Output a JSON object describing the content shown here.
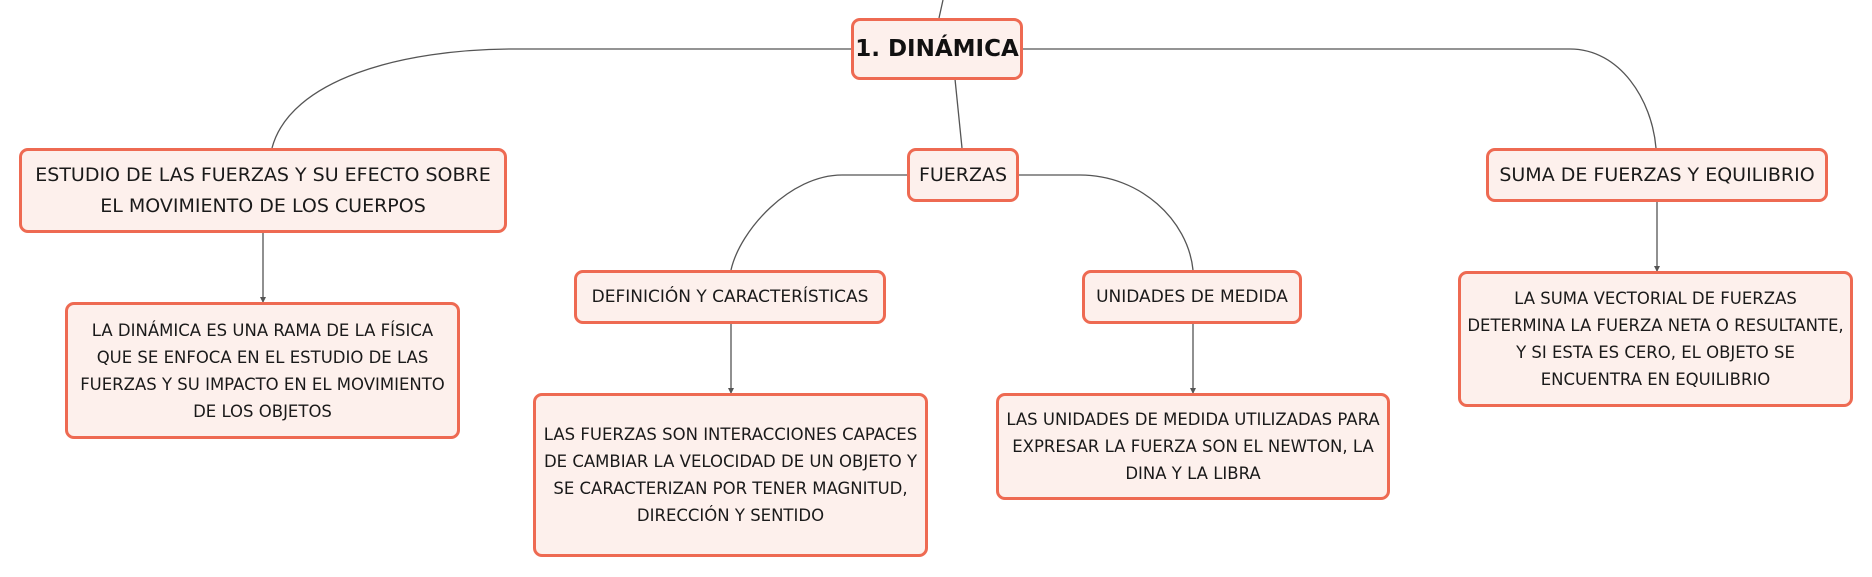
{
  "colors": {
    "node_border": "#ee6a52",
    "node_fill": "#fdf0ec",
    "connector": "#555555"
  },
  "root": {
    "label": "1. DINÁMICA"
  },
  "branches": {
    "estudio": {
      "label": "ESTUDIO DE LAS FUERZAS Y SU EFECTO SOBRE EL MOVIMIENTO DE LOS CUERPOS",
      "detail": "LA DINÁMICA ES UNA RAMA DE LA FÍSICA QUE SE ENFOCA EN EL ESTUDIO DE LAS FUERZAS Y SU IMPACTO EN EL MOVIMIENTO DE LOS OBJETOS"
    },
    "fuerzas": {
      "label": "FUERZAS",
      "definicion": {
        "label": "DEFINICIÓN Y CARACTERÍSTICAS",
        "detail": "LAS FUERZAS SON INTERACCIONES CAPACES DE CAMBIAR LA VELOCIDAD DE UN OBJETO Y SE CARACTERIZAN POR TENER MAGNITUD, DIRECCIÓN Y SENTIDO"
      },
      "unidades": {
        "label": "UNIDADES DE MEDIDA",
        "detail": "LAS UNIDADES DE MEDIDA UTILIZADAS PARA EXPRESAR LA FUERZA SON EL NEWTON, LA DINA Y LA LIBRA"
      }
    },
    "suma": {
      "label": "SUMA DE FUERZAS Y EQUILIBRIO",
      "detail": "LA SUMA VECTORIAL DE FUERZAS DETERMINA LA FUERZA NETA O RESULTANTE, Y SI ESTA ES CERO, EL OBJETO SE ENCUENTRA EN EQUILIBRIO"
    }
  }
}
